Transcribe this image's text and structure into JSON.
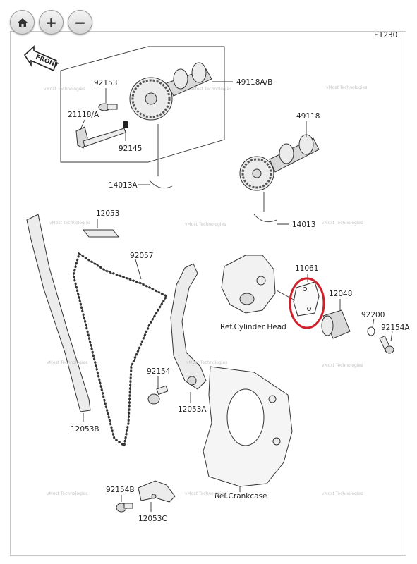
{
  "toolbar": {
    "home_icon": "home-icon",
    "zoom_in_label": "+",
    "zoom_out_label": "−"
  },
  "diagram": {
    "code": "E1230",
    "front_label": "FRONT",
    "watermark": "vMost Technologies",
    "highlight_color": "#d0202a",
    "parts": {
      "p92153": "92153",
      "p21118A": "21118/A",
      "p92145": "92145",
      "p49118AB": "49118A/B",
      "p14013A": "14013A",
      "p49118": "49118",
      "p14013": "14013",
      "p12053": "12053",
      "p92057": "92057",
      "p11061": "11061",
      "p12048": "12048",
      "p92200": "92200",
      "p92154A": "92154A",
      "p92154": "92154",
      "p12053A": "12053A",
      "p12053B": "12053B",
      "p92154B": "92154B",
      "p12053C": "12053C"
    },
    "refs": {
      "cylinder_head": "Ref.Cylinder Head",
      "crankcase": "Ref.Crankcase"
    }
  }
}
